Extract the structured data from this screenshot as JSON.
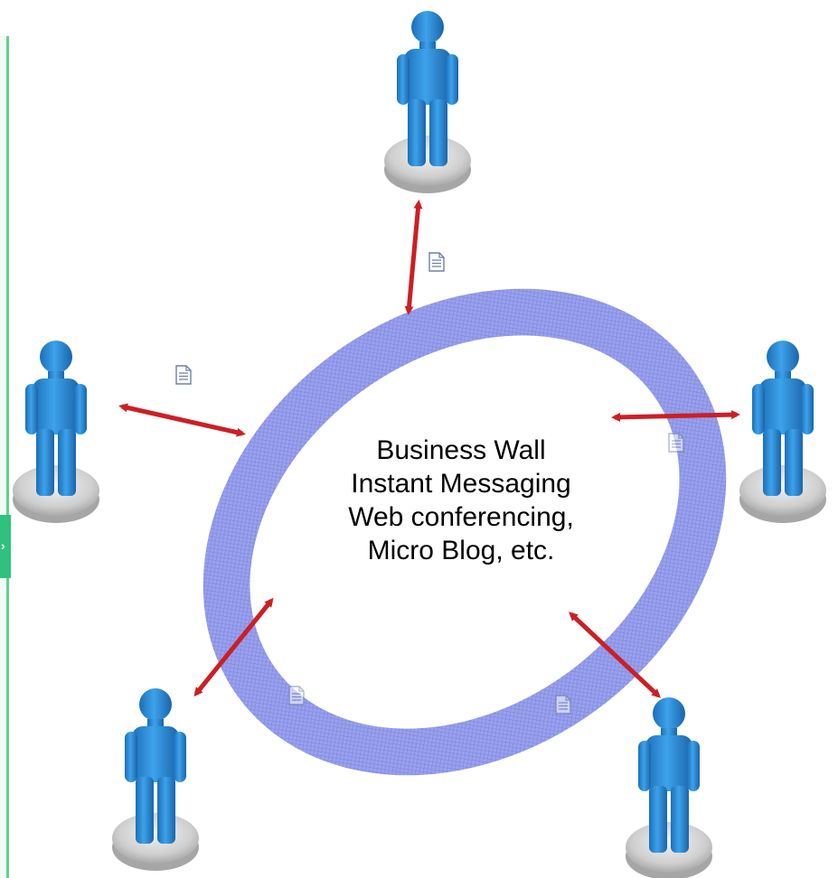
{
  "center": {
    "line1": "Business Wall",
    "line2": "Instant Messaging",
    "line3": "Web conferencing,",
    "line4": "Micro Blog, etc."
  },
  "colors": {
    "ring": "#8f97e8",
    "arrow": "#cc1f24",
    "arrow_dark": "#7a2a6e",
    "person": "#2e8fd6",
    "pedestal": "#c9c9c9",
    "sidebar_accent": "#2ec27e"
  },
  "icons": {
    "person": "person-on-pedestal-icon",
    "document": "document-icon",
    "sidebar": "chevron-right-icon"
  }
}
